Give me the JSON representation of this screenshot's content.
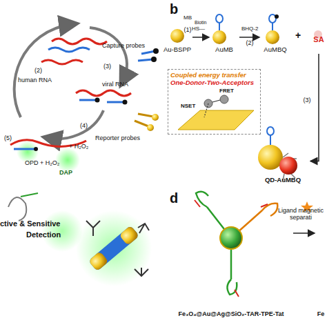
{
  "diagram": {
    "nodes": [
      {
        "text": [
          "Au-BSPP"
        ]
      },
      {
        "text": [
          "AuMB"
        ]
      },
      {
        "text": [
          "AuMBQ"
        ]
      },
      {
        "text": [
          "SA"
        ]
      },
      {
        "text": [
          "Coupled energy transfer",
          "One-Donor-Two-Acceptors"
        ]
      },
      {
        "text": [
          "QD-AuMBQ"
        ]
      },
      {
        "text": [
          "Fe₃O₄@Au@Ag@SiO₂-TAR-TPE-Tat"
        ]
      },
      {
        "text": [
          "Fe"
        ]
      }
    ],
    "edges": [
      {
        "from": 0,
        "to": 1,
        "label": "(1)",
        "arrow": "to"
      },
      {
        "from": 1,
        "to": 2,
        "label": "(2)",
        "arrow": "to"
      },
      {
        "from": 3,
        "to": 5,
        "label": "(3)",
        "arrow": "to"
      },
      {
        "from": 6,
        "to": 7,
        "label": "Ligand magnetic separati",
        "arrow": "to"
      }
    ],
    "labels": [
      "(2)",
      "human RNA",
      "(3)",
      "Capture probes",
      "viral RNA",
      "(4)",
      "Reporter probes",
      "(5)",
      "+ H₂O₂",
      "OPD + H₂O₂",
      "DAP",
      "b",
      "MB",
      "HS—",
      "Biotin",
      "BHQ-2",
      "+",
      "FRET",
      "NSET",
      "d",
      "ctive & Sensitive",
      "Detection"
    ]
  }
}
